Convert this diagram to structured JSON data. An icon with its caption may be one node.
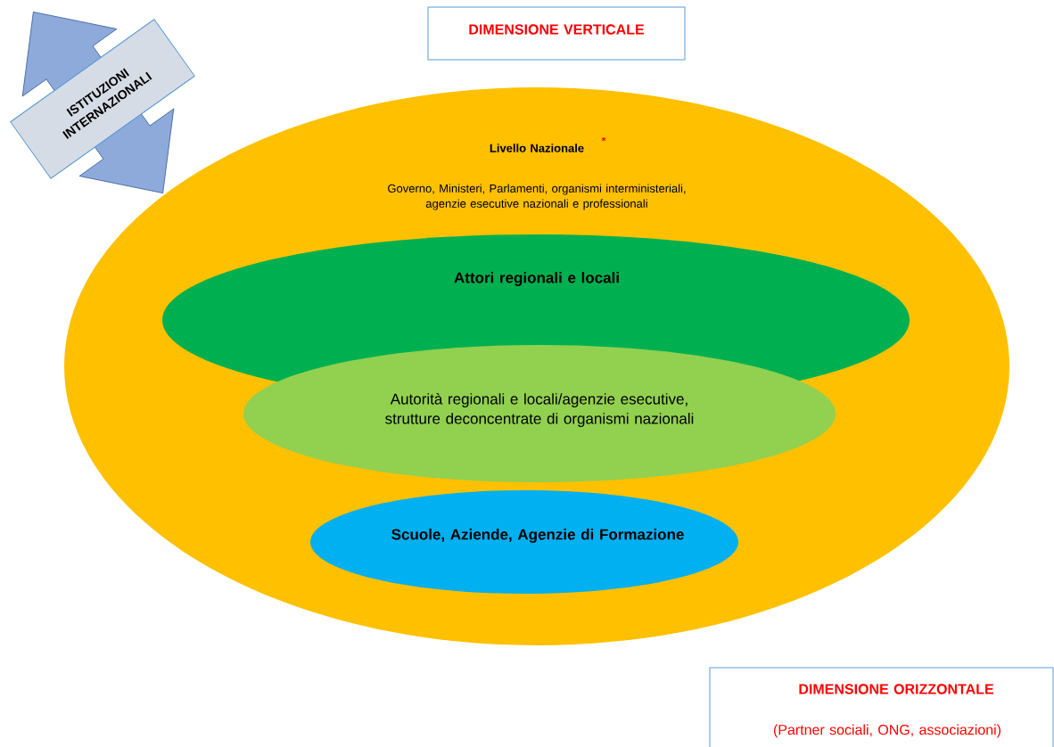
{
  "diagram": {
    "nodes": [
      {
        "text": [
          "DIMENSIONE VERTICALE"
        ]
      },
      {
        "text": [
          "ISTITUZIONI INTERNAZIONALI"
        ]
      },
      {
        "text": [
          "Livello Nazionale",
          "Governo, Ministeri, Parlamenti, organismi interministeriali, agenzie esecutive nazionali e professionali"
        ]
      },
      {
        "text": [
          "Attori regionali e locali"
        ],
        "in": 2
      },
      {
        "text": [
          "Autorità regionali e locali/agenzie esecutive, strutture deconcentrate di organismi nazionali"
        ],
        "in": 2
      },
      {
        "text": [
          "Scuole, Aziende, Agenzie di Formazione"
        ],
        "in": 2
      },
      {
        "text": [
          "DIMENSIONE ORIZZONTALE",
          "(Partner sociali, ONG, associazioni)"
        ]
      }
    ],
    "labels": [
      "*"
    ]
  }
}
